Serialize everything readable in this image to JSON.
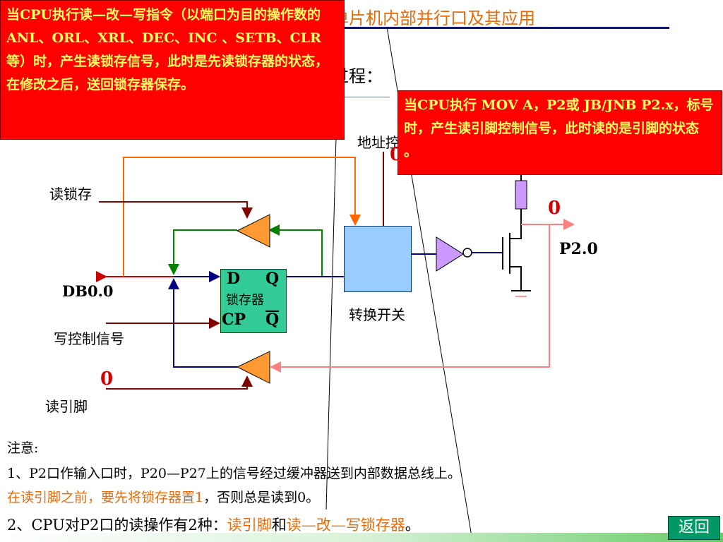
{
  "slide": {
    "title": "单片机内部并行口及其应用",
    "subtitle_partial": "过程："
  },
  "callouts": {
    "left": "当CPU执行读—改—写指令（以端口为目的操作数的ANL、ORL、XRL、DEC、INC 、SETB、CLR等）时，产生读锁存信号，此时是先读锁存器的状态，在修改之后，送回锁存器保存。",
    "right": "当CPU执行 MOV A，P2或 JB/JNB P2.x，标号 时，产生读引脚控制信号，此时读的是引脚的状态 。"
  },
  "diagram": {
    "read_latch": "读锁存",
    "db": "DB0.0",
    "write_ctrl": "写控制信号",
    "read_pin": "读引脚",
    "addr_partial": "地址控",
    "latch_d": "D",
    "latch_q": "Q",
    "latch_name": "锁存器",
    "latch_cp": "CP",
    "latch_qbar": "Q",
    "switch_name": "转换开关",
    "port": "P2.0",
    "zero_pin": "0",
    "zero_read": "0",
    "zero_addr": "0"
  },
  "notes": {
    "heading": "注意:",
    "line1": " 1、P2口作输入口时，P20—P27上的信号经过缓冲器送到内部数据总线上。",
    "line2_red": "在读引脚之前，要先将锁存器置1",
    "line2_rest": "，否则总是读到0。",
    "line3_a": "2、CPU对P2口的读操作有2种：",
    "line3_b": "读引脚",
    "line3_c": "和",
    "line3_d": "读—改—写锁存器",
    "line3_e": "。"
  },
  "buttons": {
    "back": "返回"
  },
  "colors": {
    "title": "#e46c0a",
    "callout_bg": "#ff0000",
    "callout_text": "#ffff66",
    "latch": "#33cc99",
    "switch": "#99ccff",
    "buffer": "#ff9933",
    "inverter": "#cc99ff"
  }
}
